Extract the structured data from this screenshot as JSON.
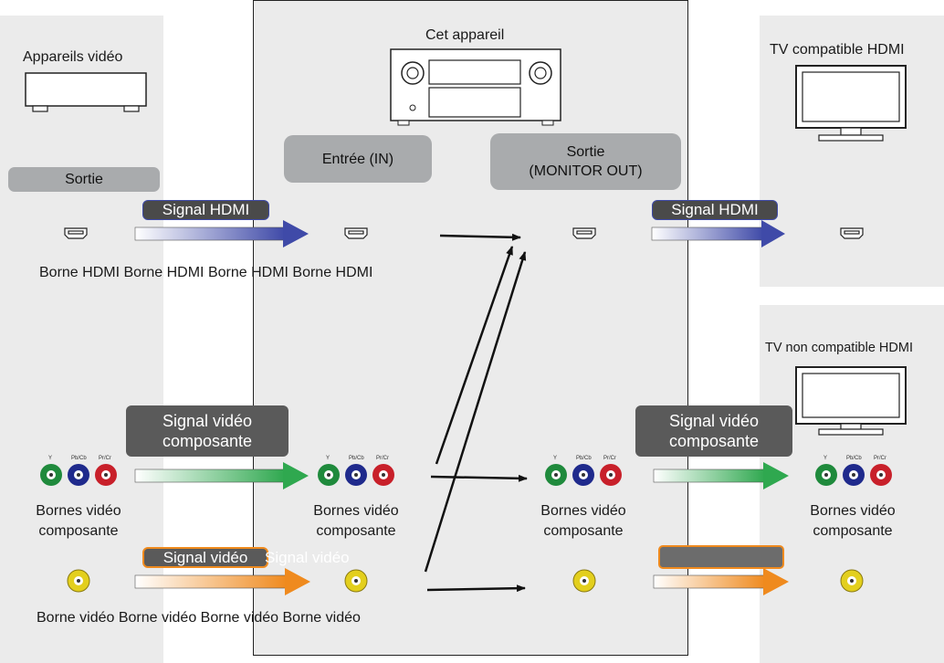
{
  "devices": {
    "source": "Appareils vidéo",
    "this_unit": "Cet appareil",
    "tv_hdmi": "TV compatible HDMI",
    "tv_non_hdmi": "TV non compatible HDMI"
  },
  "boxes": {
    "sortie": "Sortie",
    "entree": "Entrée (IN)",
    "sortie_monitor_line1": "Sortie",
    "sortie_monitor_line2": "(MONITOR OUT)"
  },
  "signals": {
    "hdmi_1": "Signal HDMI",
    "hdmi_2": "Signal HDMI",
    "component_1_line1": "Signal vidéo",
    "component_1_line2": "composante",
    "component_2_line1": "Signal vidéo",
    "component_2_line2": "composante",
    "video_1": "Signal vidéo",
    "video_1_faded": "Signal vidéo"
  },
  "labels": {
    "hdmi_row": "Borne HDMI Borne HDMI Borne HDMI Borne HDMI",
    "component_line1": "Bornes vidéo",
    "component_line2": "composante",
    "video_row": "Borne vidéo Borne vidéo Borne vidéo Borne vidéo"
  },
  "jack_tags": {
    "y": "Y",
    "pb": "Pb/Cb",
    "pr": "Pr/Cr"
  },
  "colors": {
    "panel": "#ebebeb",
    "box": "#a9abad",
    "signal_bg": "#5a5a5a",
    "hdmi_arrow": "#3f4aa8",
    "component_arrow": "#2fa84f",
    "video_arrow": "#ef8a1e",
    "jack_green": "#1f8a3c",
    "jack_blue": "#1f2a8c",
    "jack_red": "#c8202a",
    "jack_yellow": "#e3cf1d"
  }
}
